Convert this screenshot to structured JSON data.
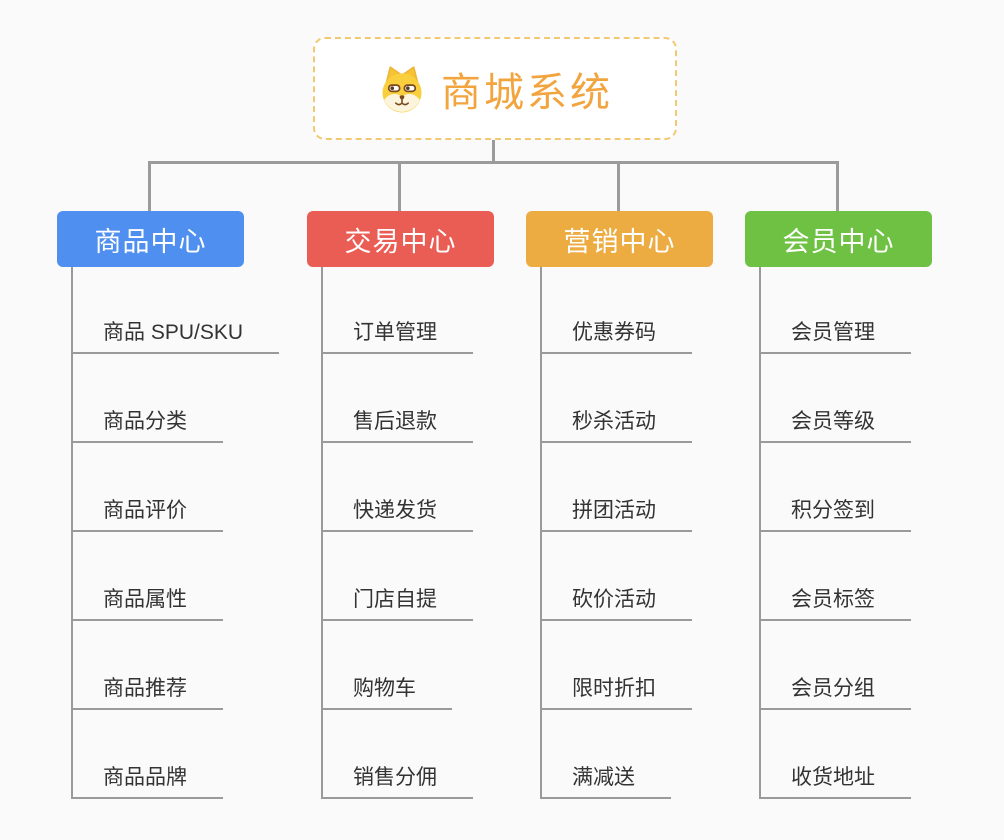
{
  "canvas": {
    "background": "#fafafa",
    "connector_color": "#9b9b9b",
    "underline_color": "#9a9a9a",
    "item_text_color": "#333333"
  },
  "root": {
    "title": "商城系统",
    "title_color": "#f2a43e",
    "border_color": "#f3c873",
    "icon": "dog-face-icon"
  },
  "branches": [
    {
      "label": "商品中心",
      "color": "#4e8fef",
      "items": [
        "商品 SPU/SKU",
        "商品分类",
        "商品评价",
        "商品属性",
        "商品推荐",
        "商品品牌"
      ]
    },
    {
      "label": "交易中心",
      "color": "#ea5d55",
      "items": [
        "订单管理",
        "售后退款",
        "快递发货",
        "门店自提",
        "购物车",
        "销售分佣"
      ]
    },
    {
      "label": "营销中心",
      "color": "#edac42",
      "items": [
        "优惠券码",
        "秒杀活动",
        "拼团活动",
        "砍价活动",
        "限时折扣",
        "满减送"
      ]
    },
    {
      "label": "会员中心",
      "color": "#6fc143",
      "items": [
        "会员管理",
        "会员等级",
        "积分签到",
        "会员标签",
        "会员分组",
        "收货地址"
      ]
    }
  ]
}
